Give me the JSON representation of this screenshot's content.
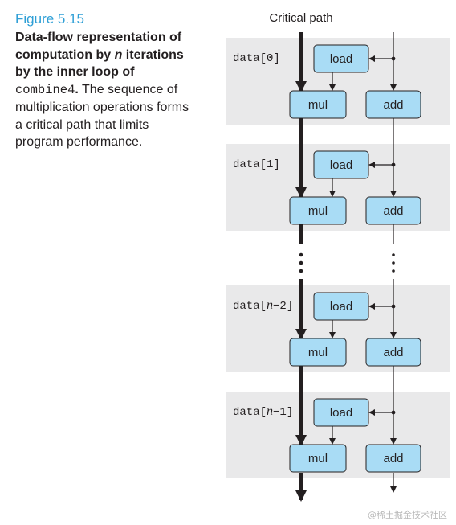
{
  "caption": {
    "figure_number": "Figure 5.15",
    "bold_part1": "Data-flow representation of computation by ",
    "bold_n": "n",
    "bold_part2": " iterations by the inner loop of ",
    "code": "combine4",
    "bold_period": ".",
    "normal_text": " The sequence of multiplication operations forms a critical path that limits program performance."
  },
  "diagram": {
    "critical_path_label": "Critical path",
    "load_label": "load",
    "mul_label": "mul",
    "add_label": "add",
    "iterations": [
      {
        "label_prefix": "data[",
        "label_index": "0",
        "label_index_italic": "",
        "label_suffix": "]"
      },
      {
        "label_prefix": "data[",
        "label_index": "1",
        "label_index_italic": "",
        "label_suffix": "]"
      },
      {
        "label_prefix": "data[",
        "label_index": "−2",
        "label_index_italic": "n",
        "label_suffix": "]"
      },
      {
        "label_prefix": "data[",
        "label_index": "−1",
        "label_index_italic": "n",
        "label_suffix": "]"
      }
    ],
    "colors": {
      "panel": "#e9e9ea",
      "box_fill": "#a9dcf5",
      "box_stroke": "#231f20",
      "arrow": "#231f20"
    }
  },
  "watermark": "@稀土掘金技术社区"
}
